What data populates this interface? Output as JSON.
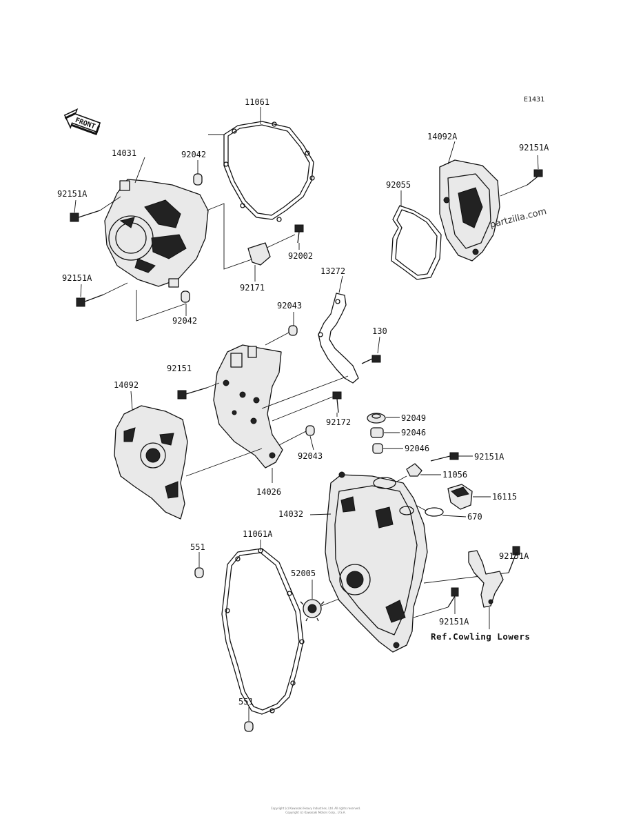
{
  "diagram_code": "E1431",
  "front_label": "FRONT",
  "watermark": "partzilla.com",
  "footer_line1": "Copyright (c) Kawasaki Heavy Industries, Ltd. All rights reserved.",
  "footer_line2": "Copyright (c) Kawasaki Motors Corp., U.S.A.",
  "parts": {
    "p11061": "11061",
    "p14031": "14031",
    "p92042_top": "92042",
    "p92151A_left1": "92151A",
    "p92002": "92002",
    "p92171": "92171",
    "p92151A_left2": "92151A",
    "p92042_bottom": "92042",
    "p14092A": "14092A",
    "p92151A_right": "92151A",
    "p92055": "92055",
    "p13272": "13272",
    "p92043_top": "92043",
    "p130": "130",
    "p92151": "92151",
    "p14092": "14092",
    "p92172": "92172",
    "p92049": "92049",
    "p92046_a": "92046",
    "p92046_b": "92046",
    "p92043_bottom": "92043",
    "p92151A_mid": "92151A",
    "p11056": "11056",
    "p14026": "14026",
    "p14032": "14032",
    "p16115": "16115",
    "p670": "670",
    "p11061A": "11061A",
    "p551_top": "551",
    "p52005": "52005",
    "p92151A_low1": "92151A",
    "p92151A_low2": "92151A",
    "p551_bottom": "551"
  },
  "ref_note": "Ref.Cowling Lowers"
}
